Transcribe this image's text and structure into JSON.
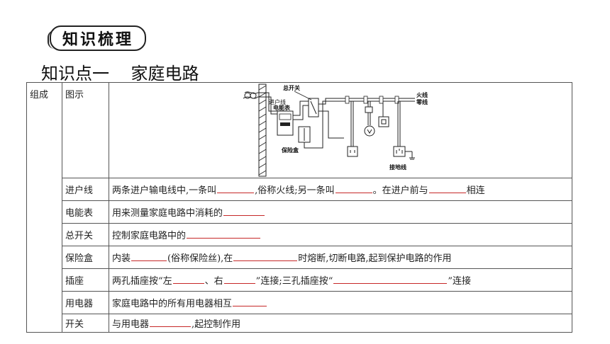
{
  "header": {
    "badge": "知识梳理",
    "section_title": "知识点一    家庭电路"
  },
  "table": {
    "col_group": "组成",
    "col_figure": "图示",
    "diagram": {
      "switch_label": "总开关",
      "entry_label": "进户线",
      "meter_label": "电能表",
      "fuse_label": "保险盒",
      "live_label": "火线",
      "neutral_label": "零线",
      "ground_label": "接地线"
    },
    "rows": [
      {
        "name": "进户线",
        "t1": "两条进户输电线中,一条叫",
        "t2": ",俗称火线;另一条叫",
        "t3": "。在进户前与",
        "t4": "相连"
      },
      {
        "name": "电能表",
        "t1": "用来测量家庭电路中消耗的"
      },
      {
        "name": "总开关",
        "t1": "控制家庭电路中的"
      },
      {
        "name": "保险盒",
        "t1": "内装",
        "t2": "(俗称保险丝),在",
        "t3": "时熔断,切断电路,起到保护电路的作用"
      },
      {
        "name": "插座",
        "t1": "两孔插座按“左",
        "t2": "、右",
        "t3": "”连接;三孔插座按“",
        "t4": "”连接"
      },
      {
        "name": "用电器",
        "t1": "家庭电路中的所有用电器相互"
      },
      {
        "name": "开关",
        "t1": "与用电器",
        "t2": ",起控制作用"
      }
    ]
  }
}
